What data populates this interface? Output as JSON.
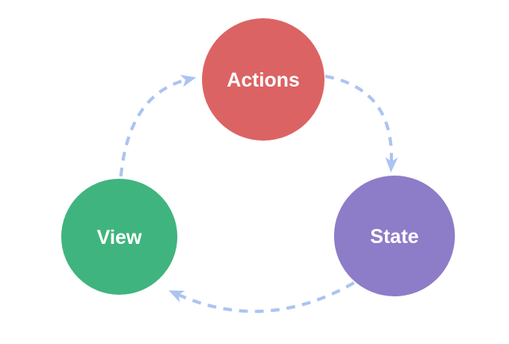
{
  "diagram": {
    "type": "circular-flow",
    "nodes": {
      "actions": {
        "label": "Actions",
        "color": "#dc6363"
      },
      "state": {
        "label": "State",
        "color": "#8d7cc7"
      },
      "view": {
        "label": "View",
        "color": "#40b47e"
      }
    },
    "arrows": {
      "color": "#abc4f0",
      "style": "dashed",
      "connections": [
        {
          "from": "View",
          "to": "Actions"
        },
        {
          "from": "Actions",
          "to": "State"
        },
        {
          "from": "State",
          "to": "View"
        }
      ]
    },
    "label_color": "#ffffff",
    "background": "#ffffff"
  }
}
